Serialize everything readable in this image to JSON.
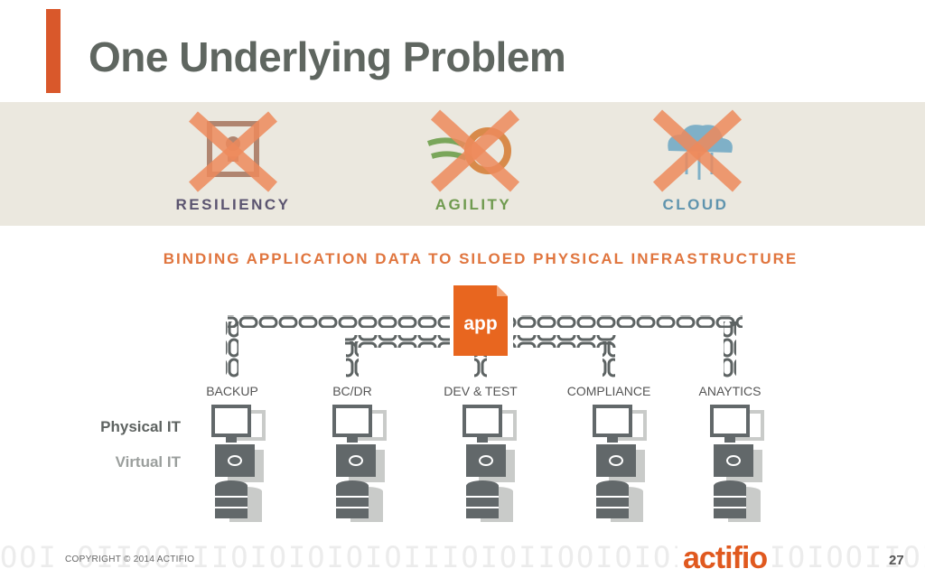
{
  "slide": {
    "title": "One Underlying Problem",
    "page_number": "27",
    "copyright": "COPYRIGHT © 2014 ACTIFIO",
    "logo_text": "actifio",
    "binary_pattern": "OOI OIIOOIIIOIOIOIOIOIIIOIOIIOOIOIOIIOOIIOIOOIIOIOOII IIIOIOOII"
  },
  "pillars": [
    {
      "label": "RESILIENCY",
      "icon": "safe-icon",
      "color": "#5b5470"
    },
    {
      "label": "AGILITY",
      "icon": "speed-icon",
      "color": "#6f9a4f"
    },
    {
      "label": "CLOUD",
      "icon": "cloud-icon",
      "color": "#5f94ae"
    }
  ],
  "subtitle": "BINDING APPLICATION DATA TO SILOED PHYSICAL INFRASTRUCTURE",
  "app_label": "app",
  "environments": {
    "physical": "Physical IT",
    "virtual": "Virtual IT"
  },
  "columns": [
    "BACKUP",
    "BC/DR",
    "DEV & TEST",
    "COMPLIANCE",
    "ANAYTICS"
  ],
  "colors": {
    "accent": "#d9582b",
    "cross": "#ed8a5c",
    "chain": "#5d6363",
    "app": "#e8661f",
    "band": "#ebe8df"
  }
}
